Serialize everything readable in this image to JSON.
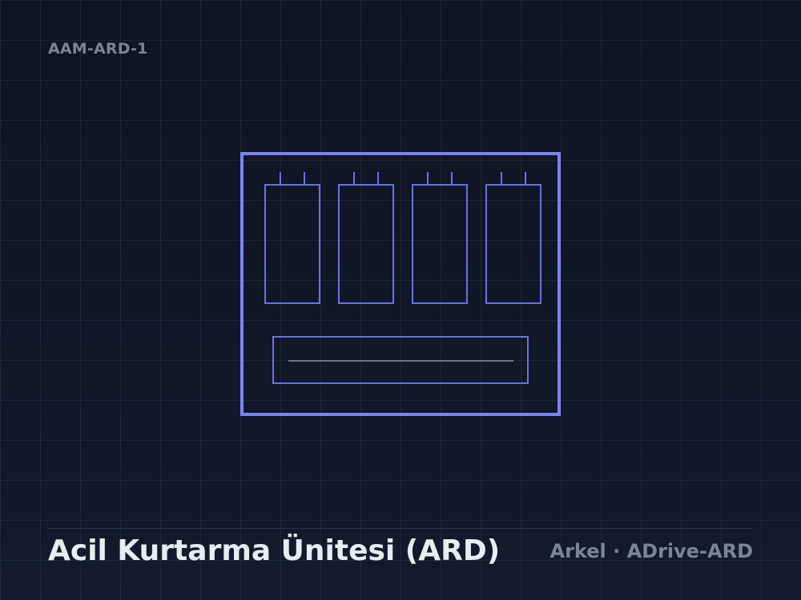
{
  "code": "AAM-ARD-1",
  "title": "Acil Kurtarma Ünitesi (ARD)",
  "subtitle": "Arkel · ADrive-ARD",
  "diagram": {
    "battery_count": 4,
    "colors": {
      "frame": "#7c82f0",
      "battery": "#6b70e6",
      "display": "#6b70e6",
      "display_line": "#8a8f9c"
    }
  }
}
